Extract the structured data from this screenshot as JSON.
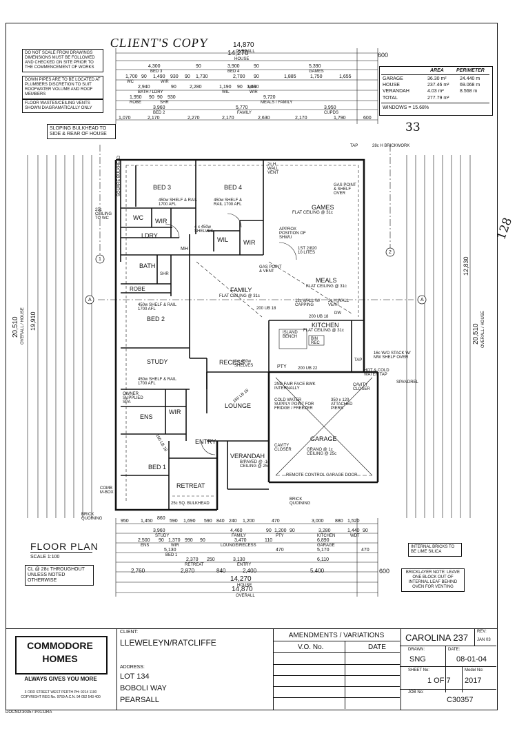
{
  "stamp": "CLIENT'S COPY",
  "handwritten": {
    "a": "33",
    "b": "128"
  },
  "notes": {
    "scale_warning": "DO NOT SCALE FROM DRAWINGS DIMENSIONS MUST BE FOLLOWED AND CHECKED ON SITE PRIOR TO THE COMMENCEMENT OF WORKS",
    "downpipes": "DOWN PIPES ARE TO BE LOCATED AT PLUMBERS DISCRETION TO SUIT ROOFWATER VOLUME AND ROOF MEMBERS",
    "floor_wastes": "FLOOR WASTES/CEILING VENTS SHOWN DIAGRAMATICALLY ONLY",
    "bulkhead": "SLOPING BULKHEAD TO SIDE & REAR OF HOUSE",
    "ceiling": "CL @ 28c THROUGHOUT UNLESS NOTED OTHERWISE",
    "internal_bricks": "INTERNAL BRICKS TO BE LIME SILICA",
    "bricklayer": "BRICKLAYER NOTE: LEAVE ONE BLOCK OUT OF INTERNAL LEAF BEHIND OVEN FOR VENTING"
  },
  "areas": {
    "headers": [
      "AREA",
      "PERIMETER"
    ],
    "rows": [
      {
        "name": "GARAGE",
        "area": "36.30 m²",
        "perimeter": "24.440 m"
      },
      {
        "name": "HOUSE",
        "area": "237.46 m²",
        "perimeter": "69.068 m"
      },
      {
        "name": "VERANDAH",
        "area": "4.03 m²",
        "perimeter": "8.568 m"
      },
      {
        "name": "TOTAL",
        "area": "277.79 m²",
        "perimeter": ""
      }
    ],
    "windows": "WINDOWS = 15.68%"
  },
  "top_dims": {
    "overall": "14,870",
    "overall_label": "OVERALL",
    "house": "14,270",
    "house_label": "HOUSE",
    "side": "600",
    "row1": [
      "4,300",
      "90",
      "3,900",
      "90",
      "5,390"
    ],
    "row1_labels": [
      "BED 3",
      "BED 4",
      "GAMES"
    ],
    "row2": [
      "1,700",
      "90",
      "1,490",
      "930",
      "90",
      "1,730",
      "2,700",
      "90",
      "1,885",
      "1,750",
      "1,655"
    ],
    "row2_labels": [
      "WC",
      "WIR",
      "WIR"
    ],
    "row3": [
      "2,940",
      "90",
      "2,280",
      "1,190",
      "90",
      "1,600"
    ],
    "row3_labels": [
      "BATH / LDRY",
      "WIL",
      "WIR"
    ],
    "row4": [
      "1,950",
      "90",
      "90",
      "930",
      "9,720"
    ],
    "row4_labels": [
      "ROBE",
      "SHR",
      "MEALS / FAMILY"
    ],
    "row5": [
      "3,960",
      "5,770",
      "3,950"
    ],
    "row5_labels": [
      "BED 2",
      "FAMILY",
      "CUPDS"
    ],
    "row6": [
      "1,070",
      "2,170",
      "2,270",
      "2,170",
      "2,630",
      "2,170",
      "1,790",
      "600"
    ]
  },
  "bottom_dims": {
    "row1": [
      "950",
      "1,450",
      "860",
      "590",
      "1,690",
      "590",
      "840",
      "240",
      "1,200",
      "470",
      "3,000",
      "880",
      "1,520"
    ],
    "row2": [
      "3,960",
      "4,460",
      "90",
      "1,200",
      "90",
      "3,280",
      "1,440",
      "90"
    ],
    "row2_labels": [
      "STUDY",
      "FAMILY",
      "PTY",
      "KITCHEN",
      "WDT"
    ],
    "row3": [
      "2,500",
      "90",
      "1,370",
      "990",
      "90",
      "3,470",
      "110",
      "6,890"
    ],
    "row3_labels": [
      "ENS",
      "WIR",
      "LOUNGE/RECESS",
      "GARAGE"
    ],
    "row4": [
      "5,130",
      "470",
      "5,170",
      "470"
    ],
    "row4_labels": [
      "BED 1"
    ],
    "row5": [
      "2,370",
      "250",
      "3,130",
      "6,110"
    ],
    "row5_labels": [
      "RETREAT",
      "ENTRY"
    ],
    "row6": [
      "2,760",
      "2,870",
      "840",
      "2,400",
      "5,400",
      "600"
    ],
    "house": "14,270",
    "house_label": "HOUSE",
    "overall": "14,870",
    "overall_label": "OVERALL"
  },
  "side_dims": {
    "left_overall": "20,510",
    "left_overall_label": "OVERALL / HOUSE",
    "left_house": "19,910",
    "right_overall": "20,510",
    "right_overall_label": "OVERALL / HOUSE",
    "right_house": "12,830"
  },
  "rooms": {
    "bed3": "BED 3",
    "bed4": "BED 4",
    "games": "GAMES",
    "wc": "WC",
    "ldry": "LDRY",
    "bath": "BATH",
    "robe": "ROBE",
    "bed2": "BED 2",
    "family": "FAMILY",
    "meals": "MEALS",
    "kitchen": "KITCHEN",
    "study": "STUDY",
    "recess": "RECESS",
    "lounge": "LOUNGE",
    "garage": "GARAGE",
    "ens": "ENS",
    "wir1": "WIR",
    "wir2": "WIR",
    "wir3": "WIR",
    "wil": "WIL",
    "entry": "ENTRY",
    "verandah": "VERANDAH",
    "bed1": "BED 1",
    "retreat": "RETREAT",
    "pty": "PTY",
    "mh": "MH",
    "shr": "SHR"
  },
  "plan_notes": {
    "sq_bulkhead": "SQUARE BULKHEAD",
    "shelf_bed3": "450w SHELF & RAIL 1700 AFL",
    "shelf_bed4": "450w SHELF & RAIL 1700 AFL",
    "shelves_wil": "4 x 450w SHELVES",
    "games_ceiling": "FLAT CEILING @ 31c",
    "gas_point_games": "GAS POINT & SHELF OVER",
    "shwu": "APPROX POSITION OF SHWU",
    "lites": "1ST 2/820 10 LITES",
    "family_ceiling": "FLAT CEILING @ 31c",
    "meals_ceiling": "FLAT CEILING @ 31c",
    "kitchen_ceiling": "FLAT CEILING @ 31c",
    "hwall_vent": "2c H.WALL VENT",
    "capping": "12c WALL W/ CAPPING",
    "gas_point_vent": "GAS POINT & VENT",
    "shelf_bed2": "450w SHELF & RAIL 1700 AFL",
    "shelf_study": "450w SHELF & RAIL 1700 AFL",
    "shelves_recess": "4 x 450w SHELVES",
    "island": "ISLAND BENCH",
    "bin": "BIN REC",
    "face_brick": "2ND FAIR FACE BWK INTERNALLY",
    "cold_water": "COLD WATER SUPPLY POINT FOR FRIDGE / FREEZER",
    "piers": "350 x 120 ATTACHED PIERS",
    "garage_ceiling": "GRANO @ 1c CEILING @ 25c",
    "remote_door": "REMOTE CONTROL GARAGE DOOR",
    "verandah_ceiling": "B/PAVED @ -1c CEILING @ 25c",
    "owner_spa": "OWNER SUPPLIED SPA",
    "retreat_bulkhead": "25c SQ. BULKHEAD",
    "comb_box": "COMB M-BOX",
    "tap_top": "TAP",
    "brickwork": "28c H BRICKWORK",
    "brick_quoining_l": "BRICK QUOINING",
    "brick_quoining_r": "BRICK QUOINING",
    "wc_ceiling": "25c CEILING TO WC",
    "wall_vent": "2c H WALL VENT",
    "dw": "DW",
    "tap": "TAP",
    "stack": "16c W/O STACK W/ MW SHELF OVER",
    "hot_cold": "HOT & COLD WATER TAP",
    "spandrel": "SPANDREL",
    "cavity_closer1": "CAVITY CLOSER",
    "cavity_closer2": "CAVITY CLOSER",
    "lb1": "200 UB 18",
    "lb2": "200 UB 18",
    "lb3": "200 UB 22",
    "lb4": "160 LB 18",
    "lb5": "160 LB 18"
  },
  "labels": {
    "floor_plan": "FLOOR PLAN",
    "scale": "SCALE 1:100",
    "marker_1": "1",
    "marker_2": "2",
    "marker_a": "A"
  },
  "title_block": {
    "company": "COMMODORE HOMES",
    "tagline": "ALWAYS GIVES YOU MORE",
    "company_info": "3 ORD STREET WEST PERTH PH: 9214 1100 COPYRIGHT REG No. 9769 A.C.N. 94 052 543 400",
    "client_label": "CLIENT:",
    "client": "LLEWELEYN/RATCLIFFE",
    "address_label": "ADDRESS:",
    "address_lines": [
      "LOT 134",
      "BOBOLI WAY",
      "PEARSALL"
    ],
    "amendments": "AMENDMENTS / VARIATIONS",
    "vo_no": "V.O. No.",
    "date_col": "DATE",
    "design": "CAROLINA 237",
    "rev_label": "REV:",
    "rev": "JAN 03",
    "drawn_label": "DRAWN:",
    "drawn": "SNG",
    "date_label": "DATE:",
    "date": "08-01-04",
    "sheet_label": "SHEET No:",
    "sheet": "1 OF 7",
    "model_label": "Model No:",
    "model": "2017",
    "job_label": "JOB No:",
    "job": "C30357",
    "doc_no": "DOCNO:30357:P01:DRA"
  }
}
